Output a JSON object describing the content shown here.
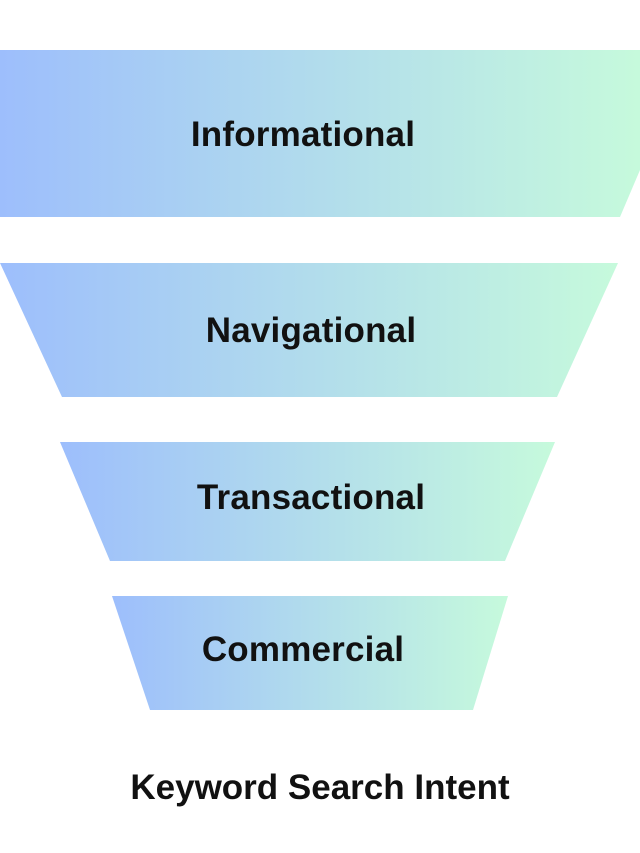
{
  "colors": {
    "gradient_start": "#9dbefc",
    "gradient_end": "#c6fadc",
    "text": "#111111",
    "background": "#ffffff"
  },
  "stages": [
    {
      "label": "Informational"
    },
    {
      "label": "Navigational"
    },
    {
      "label": "Transactional"
    },
    {
      "label": "Commercial"
    }
  ],
  "caption": "Keyword Search Intent"
}
